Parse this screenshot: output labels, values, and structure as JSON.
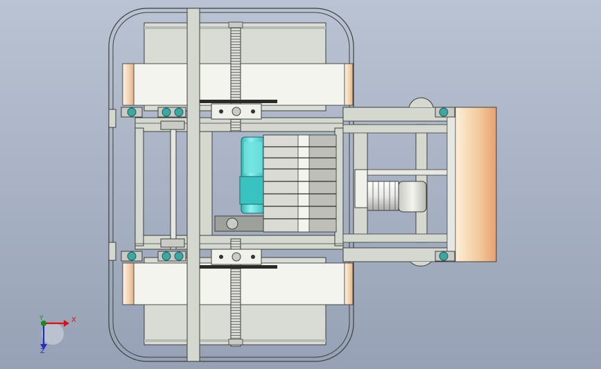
{
  "view": {
    "type": "CAD assembly drawing (top view)",
    "colors": {
      "background_top": "#b9c3d3",
      "background_bottom": "#97a1b5",
      "frame": "#d5d8cf",
      "outline": "#3c3f3c",
      "roller_gradient": [
        "#fbf3e6",
        "#e9b98e"
      ],
      "motor_teal": "#4fd0cf",
      "bearing_teal": "#3aa7a4",
      "plate_grey": "#c9cbc4",
      "gearbox_white": "#f2f2f2"
    }
  },
  "axis_triad": {
    "x_label": "X",
    "y_label": "Y",
    "z_label": "Z",
    "x_color": "#dd1111",
    "y_color": "#1a8a1a",
    "z_color": "#1f2fbf"
  }
}
